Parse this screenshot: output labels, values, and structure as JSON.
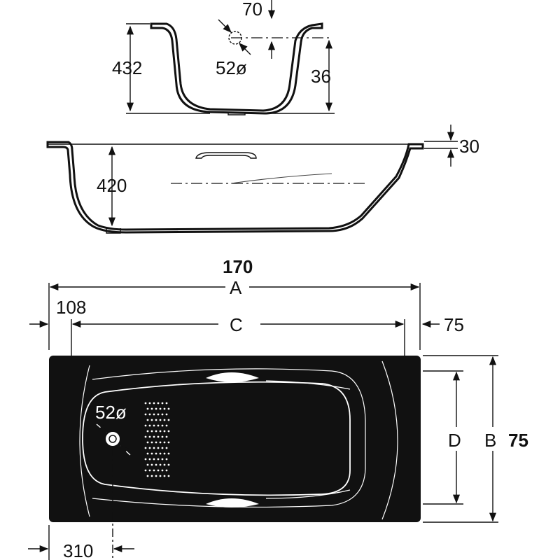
{
  "end_view": {
    "dim_top": "70",
    "dim_height": "432",
    "dim_drain_diameter": "52ø",
    "dim_drain_height": "36"
  },
  "side_view": {
    "dim_rim": "30",
    "dim_depth": "420"
  },
  "plan_view": {
    "overall_length": "170",
    "dim_a": "A",
    "dim_left_offset": "108",
    "dim_c": "C",
    "dim_right_offset": "75",
    "dim_d": "D",
    "dim_b": "B",
    "overall_width": "75",
    "dim_drain_diameter": "52ø",
    "dim_drain_offset": "310"
  }
}
